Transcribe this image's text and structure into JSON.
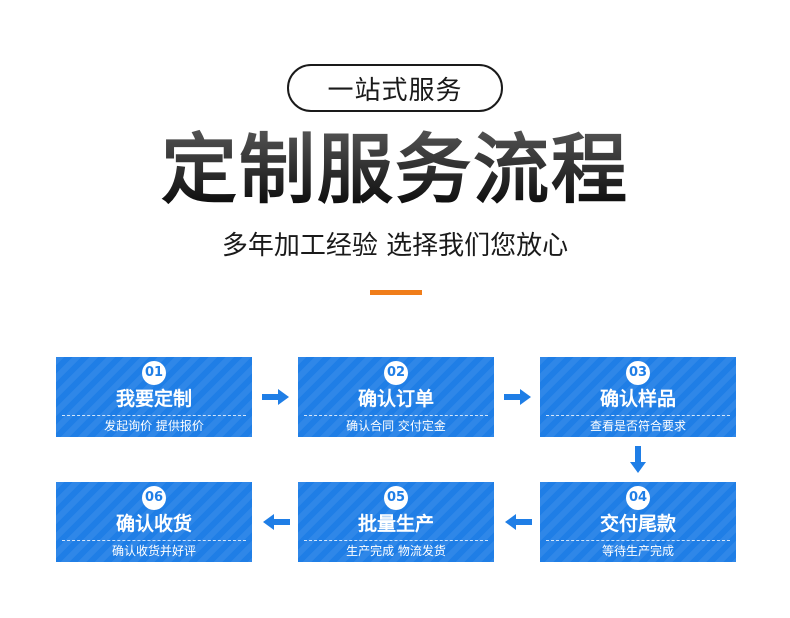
{
  "header": {
    "badge": "一站式服务",
    "title": "定制服务流程",
    "subtitle": "多年加工经验 选择我们您放心",
    "accent_color": "#f07d1a"
  },
  "steps": [
    {
      "num": "01",
      "title": "我要定制",
      "desc": "发起询价 提供报价"
    },
    {
      "num": "02",
      "title": "确认订单",
      "desc": "确认合同 交付定金"
    },
    {
      "num": "03",
      "title": "确认样品",
      "desc": "查看是否符合要求"
    },
    {
      "num": "04",
      "title": "交付尾款",
      "desc": "等待生产完成"
    },
    {
      "num": "05",
      "title": "批量生产",
      "desc": "生产完成 物流发货"
    },
    {
      "num": "06",
      "title": "确认收货",
      "desc": "确认收货并好评"
    }
  ],
  "colors": {
    "step_bg": "#1f7ee6",
    "arrow": "#1f7ee6"
  },
  "icons": {
    "right": "arrow-right-icon",
    "down": "arrow-down-icon",
    "left": "arrow-left-icon"
  }
}
